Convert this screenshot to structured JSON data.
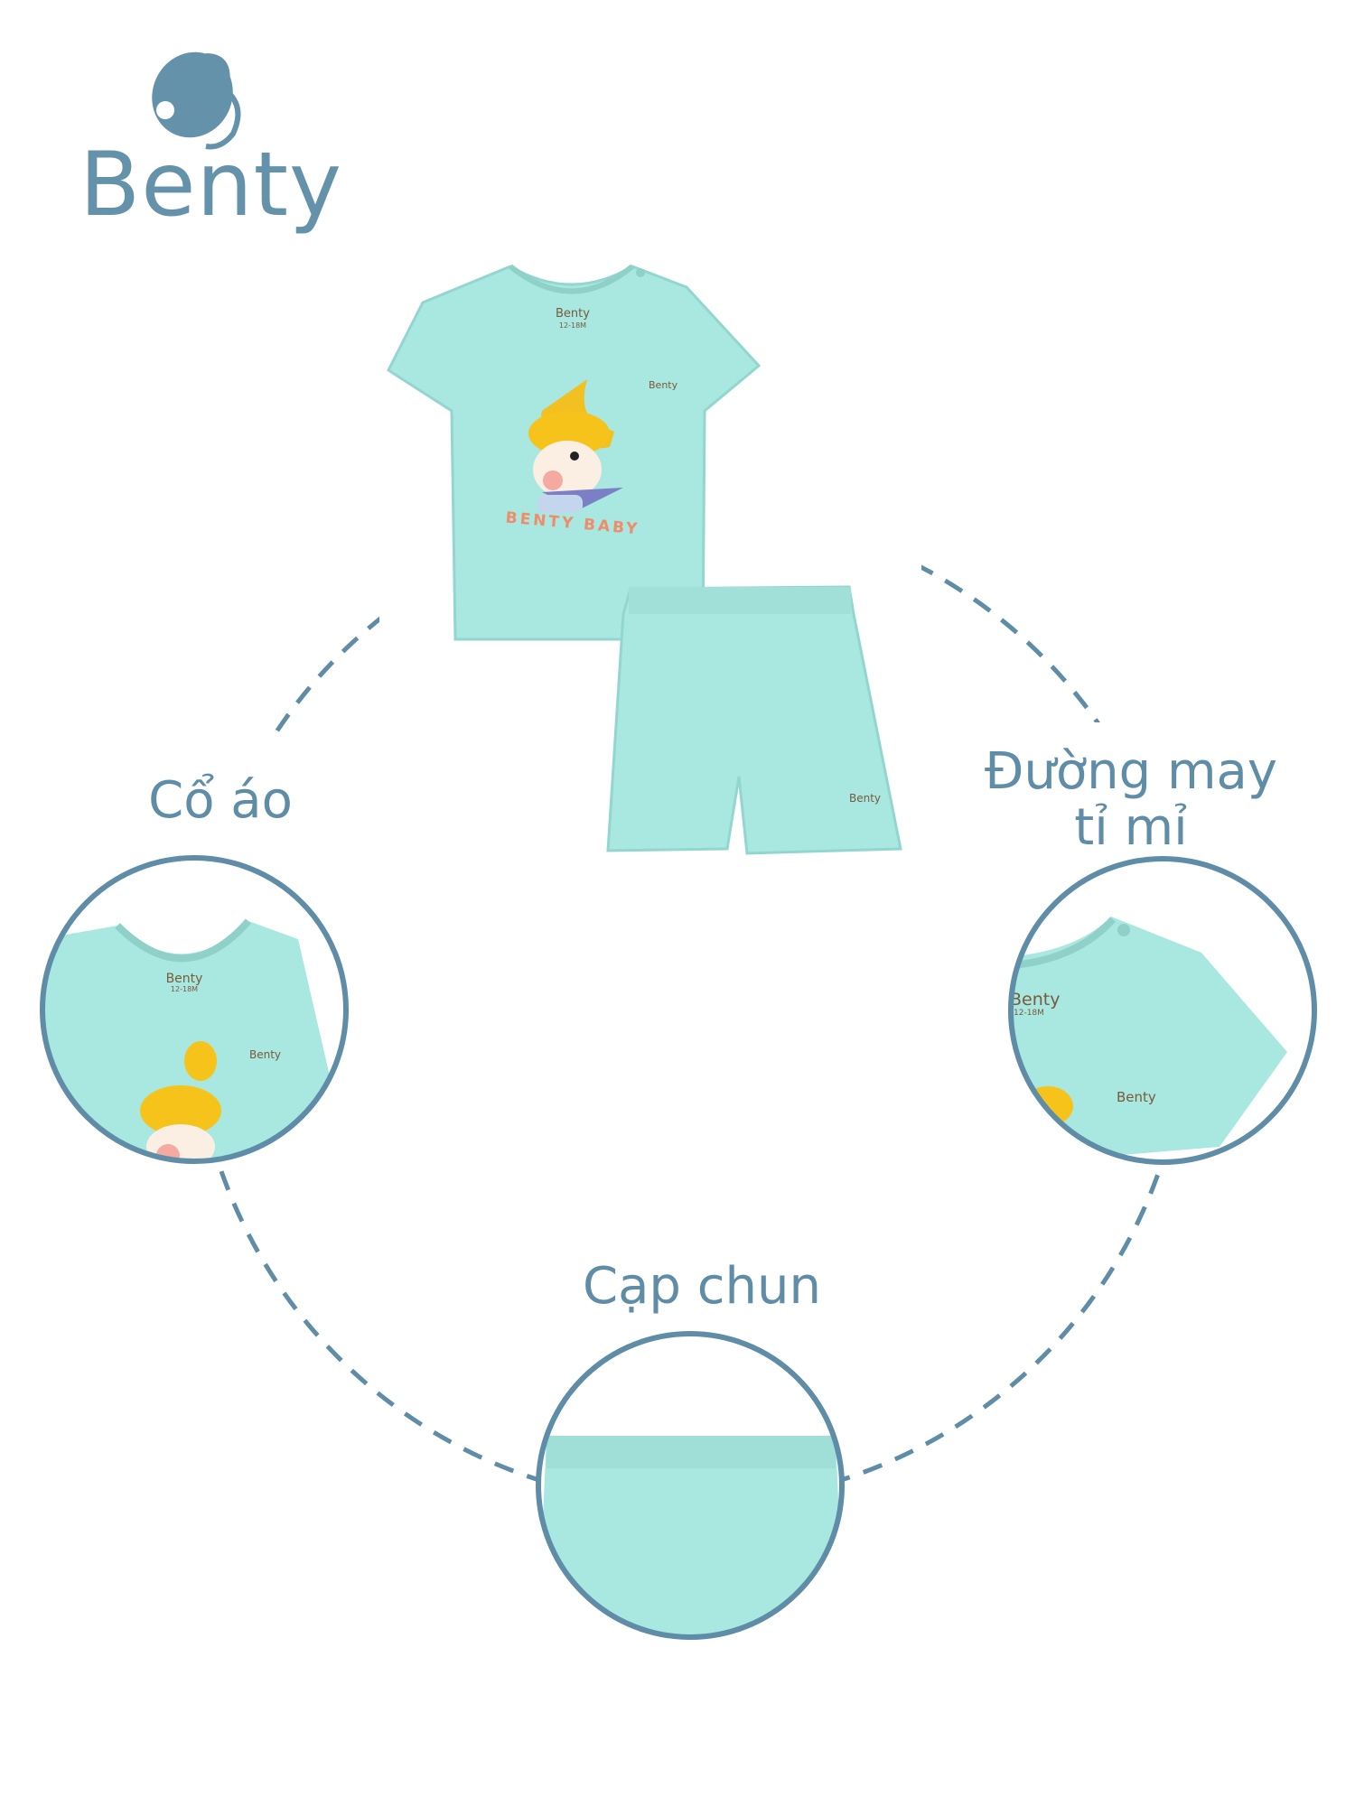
{
  "brand": {
    "name": "Benty",
    "color": "#6592ab",
    "logo_icon": "butterfly-b-logo-icon"
  },
  "product": {
    "shirt_print_text": "BENTY BABY",
    "label_brand": "Benty",
    "label_size": "12-18M",
    "chest_print": "Benty",
    "shorts_print": "Benty",
    "garment_color": "#a9e7e1"
  },
  "features": [
    {
      "label": "Cổ áo"
    },
    {
      "label_line1": "Đường may",
      "label_line2": "tỉ mỉ"
    },
    {
      "label": "Cạp chun"
    }
  ],
  "accent_color": "#5f8ca6"
}
